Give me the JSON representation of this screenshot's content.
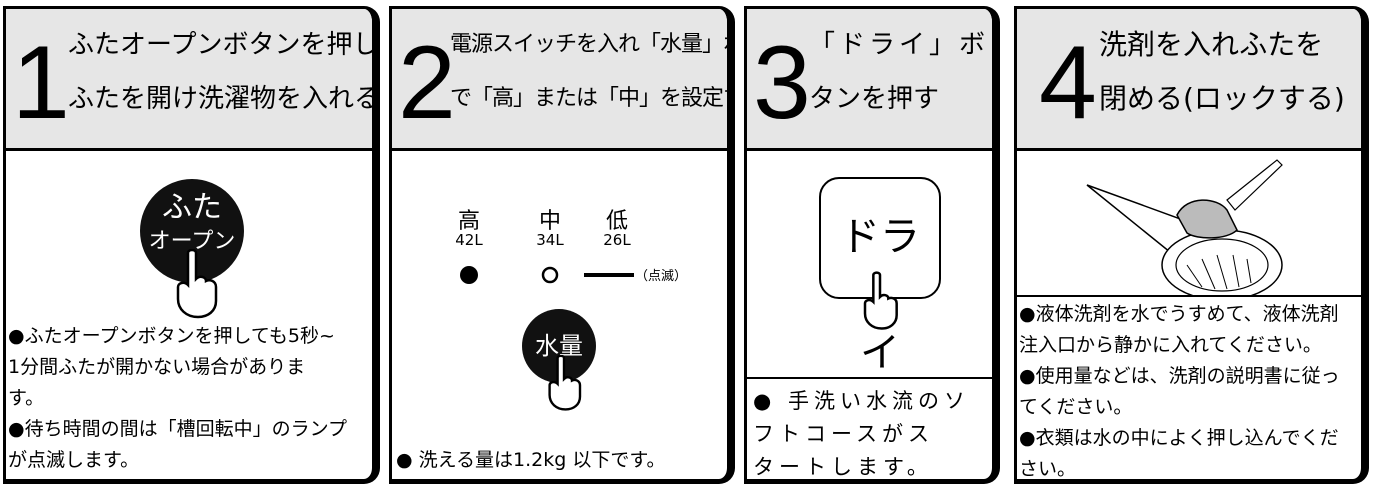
{
  "steps": [
    {
      "number": "1",
      "title_line1": "ふたオープンボタンを押し、",
      "title_line2": "ふたを開け洗濯物を入れる",
      "button_line1": "ふた",
      "button_line2": "オープン",
      "notes": "●ふたオープンボタンを押しても5秒~\n  1分間ふたが開かない場合がありま\n  す。\n●待ち時間の間は「槽回転中」のランプ\n  が点滅します。"
    },
    {
      "number": "2",
      "title_line1": "電源スイッチを入れ「水量」ボタン",
      "title_line2": "で「高」または「中」を設定する",
      "levels": [
        {
          "name": "高",
          "volume": "42L"
        },
        {
          "name": "中",
          "volume": "34L"
        },
        {
          "name": "低",
          "volume": "26L"
        }
      ],
      "blink_label": "（点滅）",
      "button_label": "水量",
      "note": "● 洗える量は1.2kg 以下です。"
    },
    {
      "number": "3",
      "title_line1": "「ドライ」ボ",
      "title_line2": "タンを押す",
      "button_label": "ドライ",
      "notes": "● 手洗い水流のソ\n  フトコースがス\n  タートします。"
    },
    {
      "number": "4",
      "title_line1": "洗剤を入れふたを",
      "title_line2": "閉める(ロックする)",
      "notes": "●液体洗剤を水でうすめて、液体洗剤\n  注入口から静かに入れてください。\n●使用量などは、洗剤の説明書に従っ\n  てください。\n●衣類は水の中によく押し込んでくだ\n  さい。"
    }
  ]
}
